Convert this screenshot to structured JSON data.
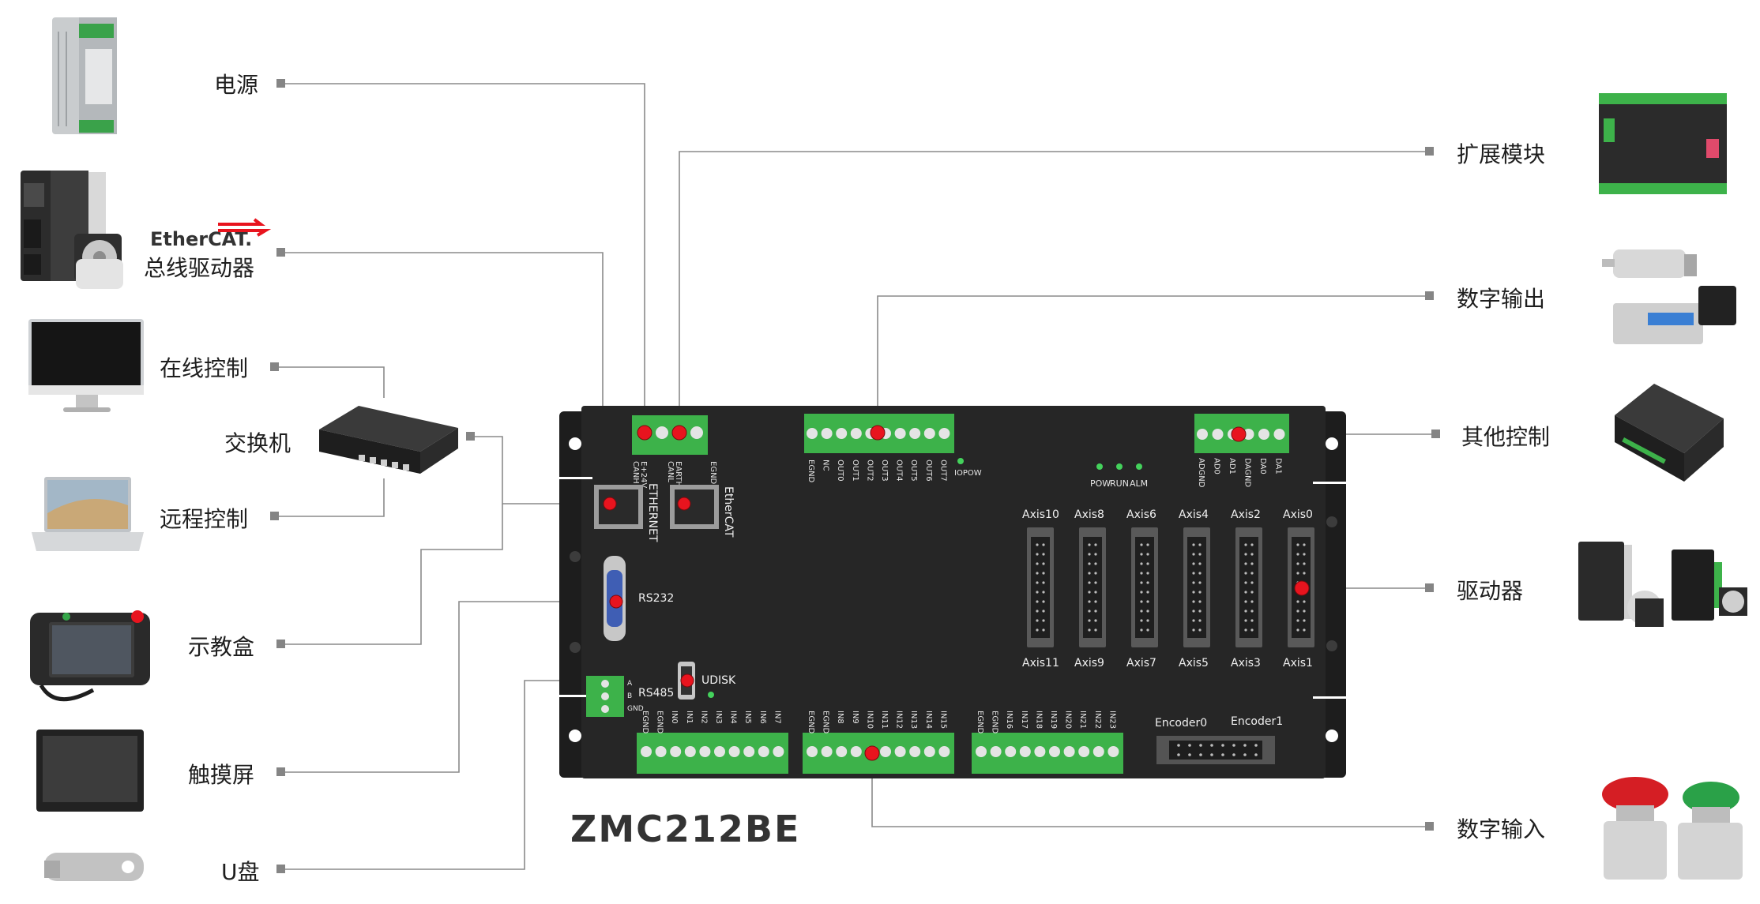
{
  "left_labels": {
    "power": "电源",
    "ethercat_logo": "EtherCAT.",
    "bus_driver": "总线驱动器",
    "online_control": "在线控制",
    "switch": "交换机",
    "remote_control": "远程控制",
    "teach_pendant": "示教盒",
    "touch_screen": "触摸屏",
    "u_disk": "U盘"
  },
  "right_labels": {
    "expansion_module": "扩展模块",
    "digital_output": "数字输出",
    "other_control": "其他控制",
    "driver": "驱动器",
    "digital_input": "数字输入"
  },
  "controller": {
    "model": "ZMC212BE",
    "power_terminals": [
      "E+24V",
      "EARTH",
      "EGND"
    ],
    "power_sub": [
      "CANH",
      "CANL"
    ],
    "ethernet_label": "ETHERNET",
    "ethercat_label": "EtherCAT",
    "rs232_label": "RS232",
    "rs485_label": "RS485",
    "rs485_pins": [
      "A",
      "B",
      "GND"
    ],
    "udisk_label": "UDISK",
    "output_terminals": [
      "EGND",
      "NC",
      "OUT0",
      "OUT1",
      "OUT2",
      "OUT3",
      "OUT4",
      "OUT5",
      "OUT6",
      "OUT7"
    ],
    "iopow_label": "IOPOW",
    "analog_terminals": [
      "ADGND",
      "AD0",
      "AD1",
      "DAGND",
      "DA0",
      "DA1"
    ],
    "leds": [
      "POW",
      "RUN",
      "ALM"
    ],
    "axis_top": [
      "Axis10",
      "Axis8",
      "Axis6",
      "Axis4",
      "Axis2",
      "Axis0"
    ],
    "axis_bottom": [
      "Axis11",
      "Axis9",
      "Axis7",
      "Axis5",
      "Axis3",
      "Axis1"
    ],
    "input_block_1": [
      "EGND",
      "EGND",
      "IN0",
      "IN1",
      "IN2",
      "IN3",
      "IN4",
      "IN5",
      "IN6",
      "IN7"
    ],
    "input_block_2": [
      "EGND",
      "EGND",
      "IN8",
      "IN9",
      "IN10",
      "IN11",
      "IN12",
      "IN13",
      "IN14",
      "IN15"
    ],
    "input_block_3": [
      "EGND",
      "EGND",
      "IN16",
      "IN17",
      "IN18",
      "IN19",
      "IN20",
      "IN21",
      "IN22",
      "IN23"
    ],
    "encoders": [
      "Encoder0",
      "Encoder1"
    ]
  },
  "colors": {
    "board": "#262626",
    "terminal_green": "#3db24a",
    "port_red": "#e8141e",
    "connector_line": "#8a8a8a",
    "endpoint_square": "#858585"
  }
}
